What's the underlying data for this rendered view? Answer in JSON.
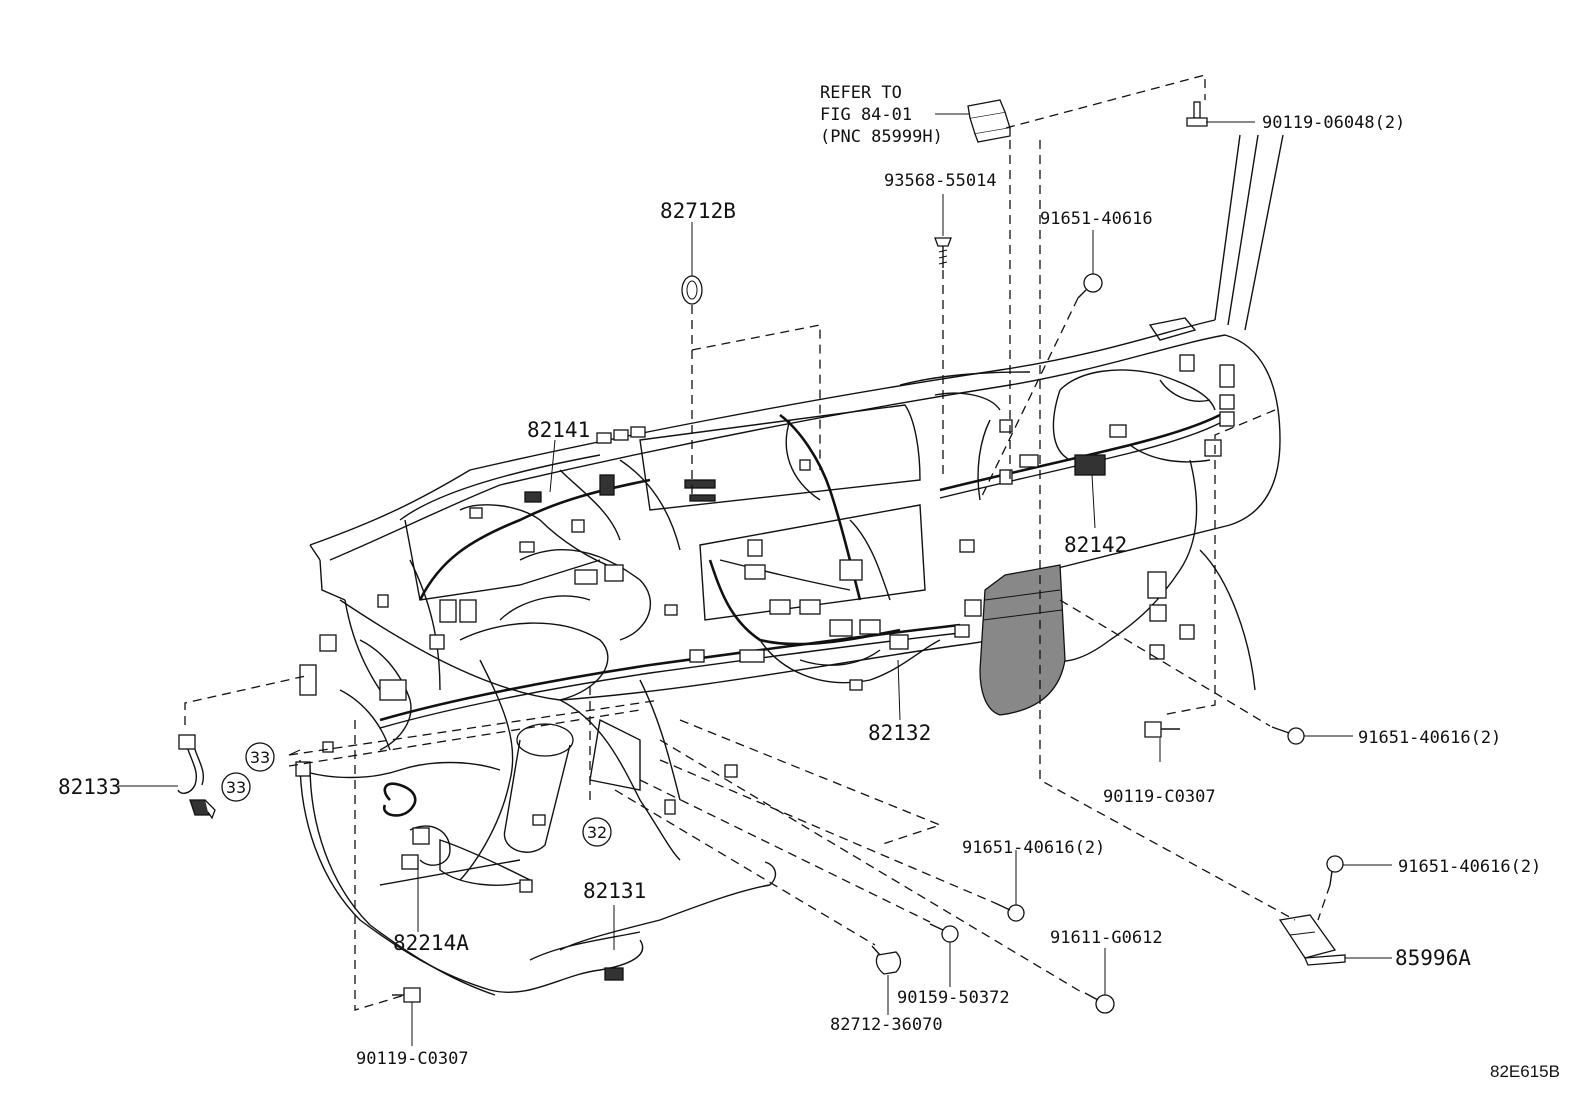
{
  "labels": {
    "refer_line1": "REFER TO",
    "refer_line2": "FIG 84-01",
    "refer_line3": "(PNC 85999H)",
    "p90119_06048": "90119-06048(2)",
    "p93568_55014": "93568-55014",
    "p91651_40616_top": "91651-40616",
    "p82712B": "82712B",
    "p82141": "82141",
    "p82142": "82142",
    "p82132": "82132",
    "p82133": "82133",
    "p91651_40616_right": "91651-40616(2)",
    "p90119_C0307_right": "90119-C0307",
    "p91651_40616_mid": "91651-40616(2)",
    "p91651_40616_br": "91651-40616(2)",
    "p85996A": "85996A",
    "p91611_G0612": "91611-G0612",
    "p82131": "82131",
    "p82214A": "82214A",
    "p90159_50372": "90159-50372",
    "p82712_36070": "82712-36070",
    "p90119_C0307_bottom": "90119-C0307",
    "circle_33a": "33",
    "circle_33b": "33",
    "circle_32": "32",
    "figure_code": "82E615B"
  }
}
